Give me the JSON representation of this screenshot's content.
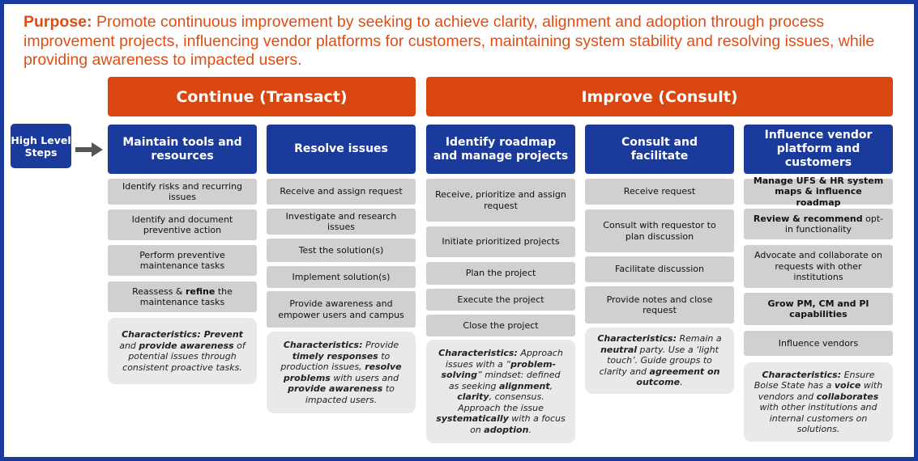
{
  "purpose": {
    "label": "Purpose:",
    "text": "Promote continuous improvement by seeking to achieve clarity, alignment and adoption through process improvement projects, influencing vendor platforms for customers, maintaining system stability and resolving issues, while providing awareness to impacted users."
  },
  "phases": {
    "continue": "Continue (Transact)",
    "improve": "Improve (Consult)"
  },
  "high_level_steps": "High Level Steps",
  "colors": {
    "blue": "#1a3a9c",
    "orange": "#d9460f",
    "step_gray": "#d0d0d0",
    "char_gray": "#e9e9e9"
  },
  "columns": [
    {
      "title": "Maintain tools and resources",
      "steps": [
        [
          {
            "t": "Identify risks and recurring issues"
          }
        ],
        [
          {
            "t": "Identify and document preventive action"
          }
        ],
        [
          {
            "t": "Perform preventive maintenance tasks"
          }
        ],
        [
          {
            "t": "Reassess & "
          },
          {
            "t": "refine",
            "b": true
          },
          {
            "t": " the maintenance tasks"
          }
        ]
      ],
      "characteristics": [
        {
          "t": "Characteristics: Prevent",
          "b": true
        },
        {
          "t": " and "
        },
        {
          "t": "provide awareness",
          "b": true
        },
        {
          "t": " of potential issues through consistent proactive tasks."
        }
      ]
    },
    {
      "title": "Resolve issues",
      "steps": [
        [
          {
            "t": "Receive and assign request"
          }
        ],
        [
          {
            "t": "Investigate and research issues"
          }
        ],
        [
          {
            "t": "Test the solution(s)"
          }
        ],
        [
          {
            "t": "Implement solution(s)"
          }
        ],
        [
          {
            "t": "Provide awareness and empower users and campus"
          }
        ]
      ],
      "characteristics": [
        {
          "t": "Characteristics:",
          "b": true
        },
        {
          "t": " Provide "
        },
        {
          "t": "timely responses",
          "b": true
        },
        {
          "t": " to production issues, "
        },
        {
          "t": "resolve problems",
          "b": true
        },
        {
          "t": " with users and "
        },
        {
          "t": "provide awareness",
          "b": true
        },
        {
          "t": " to impacted users."
        }
      ]
    },
    {
      "title": "Identify roadmap and manage projects",
      "steps": [
        [
          {
            "t": "Receive, prioritize and assign request"
          }
        ],
        [
          {
            "t": "Initiate prioritized projects"
          }
        ],
        [
          {
            "t": "Plan the project"
          }
        ],
        [
          {
            "t": "Execute the project"
          }
        ],
        [
          {
            "t": "Close the project"
          }
        ]
      ],
      "characteristics": [
        {
          "t": "Characteristics:",
          "b": true
        },
        {
          "t": " Approach issues with a “"
        },
        {
          "t": "problem-solving",
          "b": true
        },
        {
          "t": "” mindset: defined as seeking "
        },
        {
          "t": "alignment",
          "b": true
        },
        {
          "t": ", "
        },
        {
          "t": "clarity",
          "b": true
        },
        {
          "t": ", consensus. Approach the issue "
        },
        {
          "t": "systematically",
          "b": true
        },
        {
          "t": " with a focus on "
        },
        {
          "t": "adoption",
          "b": true
        },
        {
          "t": "."
        }
      ]
    },
    {
      "title": "Consult and facilitate",
      "steps": [
        [
          {
            "t": "Receive request"
          }
        ],
        [
          {
            "t": "Consult with requestor to plan discussion"
          }
        ],
        [
          {
            "t": "Facilitate discussion"
          }
        ],
        [
          {
            "t": "Provide notes and close request"
          }
        ]
      ],
      "characteristics": [
        {
          "t": "Characteristics:",
          "b": true
        },
        {
          "t": " Remain a "
        },
        {
          "t": "neutral",
          "b": true
        },
        {
          "t": " party. Use a ‘light touch’. Guide groups to clarity and "
        },
        {
          "t": "agreement on outcome",
          "b": true
        },
        {
          "t": "."
        }
      ]
    },
    {
      "title": "Influence vendor platform and customers",
      "steps": [
        [
          {
            "t": "Manage UFS & HR system maps & influence roadmap",
            "b": true
          }
        ],
        [
          {
            "t": "Review & recommend",
            "b": true
          },
          {
            "t": " opt-in functionality"
          }
        ],
        [
          {
            "t": "Advocate and collaborate on requests with other institutions"
          }
        ],
        [
          {
            "t": "Grow PM, CM and PI capabilities",
            "b": true
          }
        ],
        [
          {
            "t": "Influence vendors"
          }
        ]
      ],
      "characteristics": [
        {
          "t": "Characteristics:",
          "b": true
        },
        {
          "t": " Ensure Boise State has a "
        },
        {
          "t": "voice",
          "b": true
        },
        {
          "t": " with vendors and "
        },
        {
          "t": "collaborates",
          "b": true
        },
        {
          "t": " with other institutions and internal customers on solutions."
        }
      ]
    }
  ]
}
